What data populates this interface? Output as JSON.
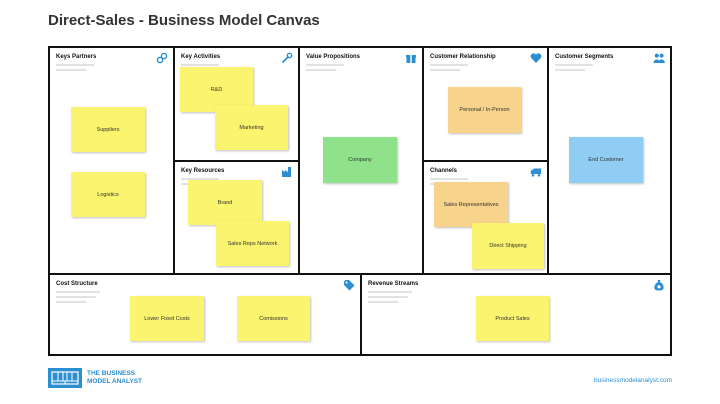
{
  "title": "Direct-Sales - Business Model Canvas",
  "colors": {
    "accent": "#2b8fd1",
    "yellow": "#fbf46e",
    "orange": "#f8d38c",
    "green": "#8fe28a",
    "blue": "#90cdf3"
  },
  "blocks": {
    "key_partners": {
      "title": "Keys Partners",
      "icon": "link-icon",
      "notes": [
        "Suppliers",
        "Logistics"
      ]
    },
    "key_activities": {
      "title": "Key Activities",
      "icon": "wrench-icon",
      "notes": [
        "R&D",
        "Marketing"
      ]
    },
    "key_resources": {
      "title": "Key Resources",
      "icon": "factory-icon",
      "notes": [
        "Brand",
        "Sales Reps Network"
      ]
    },
    "value_propositions": {
      "title": "Value Propositions",
      "icon": "gift-icon",
      "notes": [
        "Company"
      ]
    },
    "customer_relationship": {
      "title": "Customer Relationship",
      "icon": "heart-icon",
      "notes": [
        "Personal / In-Person"
      ]
    },
    "channels": {
      "title": "Channels",
      "icon": "truck-icon",
      "notes": [
        "Sales Representatives",
        "Direct Shipping"
      ]
    },
    "customer_segments": {
      "title": "Customer Segments",
      "icon": "users-icon",
      "notes": [
        "End Customer"
      ]
    },
    "cost_structure": {
      "title": "Cost Structure",
      "icon": "tag-icon",
      "notes": [
        "Lower Fixed Costs",
        "Comissions"
      ]
    },
    "revenue_streams": {
      "title": "Revenue Streams",
      "icon": "money-bag-icon",
      "notes": [
        "Product Sales"
      ]
    }
  },
  "footer": {
    "brand_line1": "THE BUSINESS",
    "brand_line2": "MODEL ANALYST",
    "url": "businessmodelanalyst.com"
  }
}
